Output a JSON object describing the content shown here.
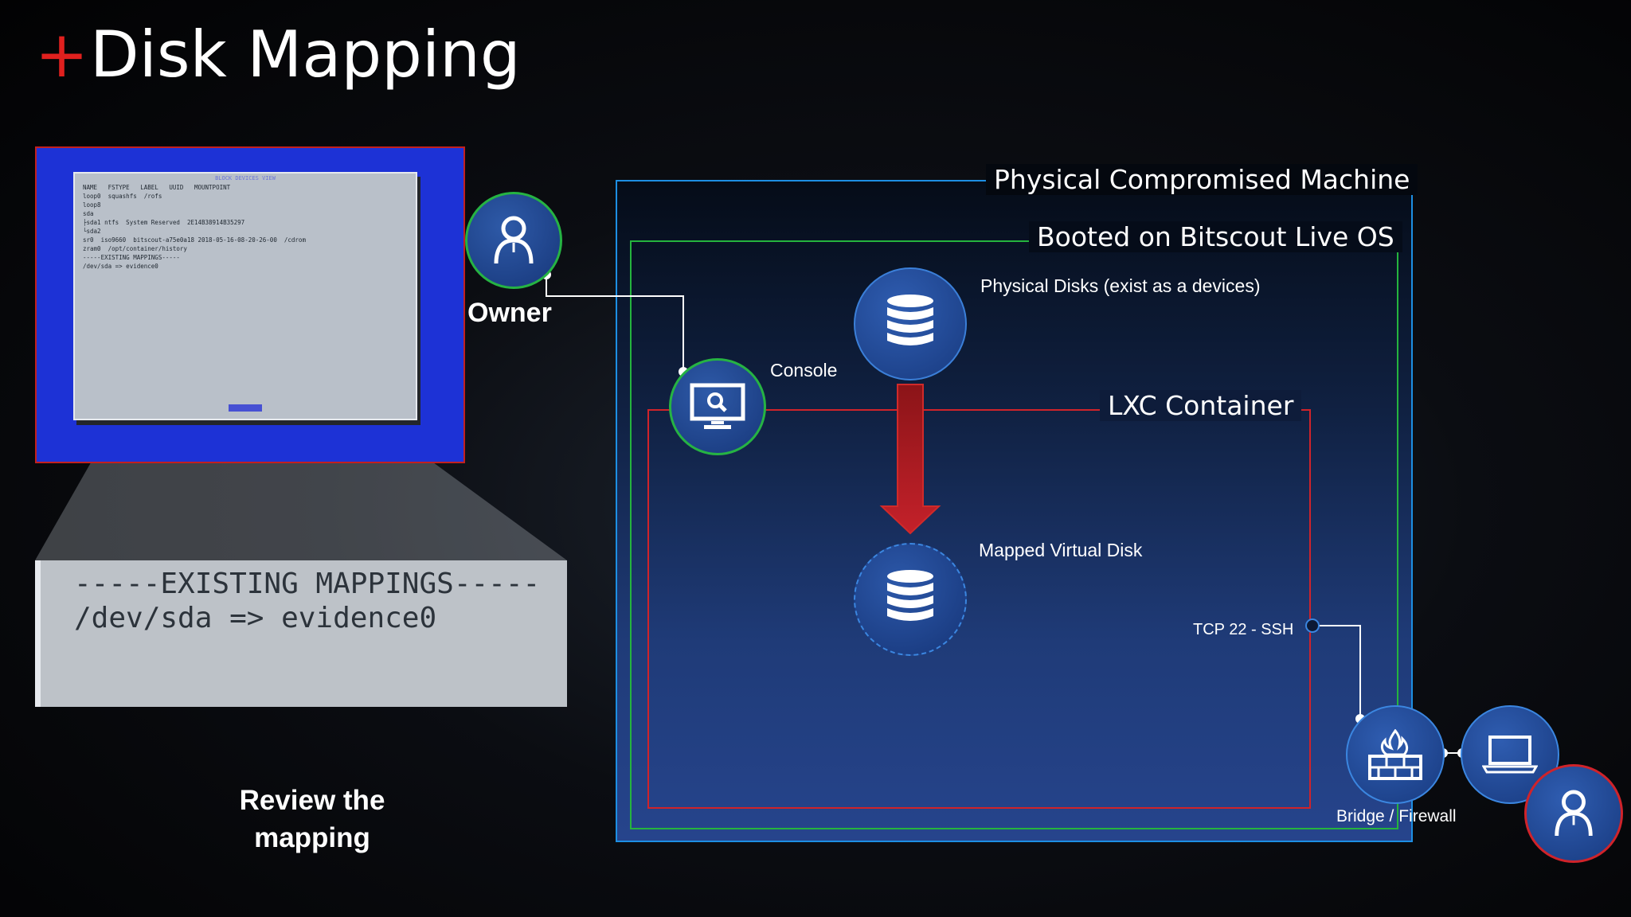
{
  "slide": {
    "title_plus": "+",
    "title": "Disk Mapping"
  },
  "screenshot": {
    "header": "BLOCK DEVICES VIEW",
    "lines": "NAME   FSTYPE   LABEL   UUID   MOUNTPOINT\nloop0  squashfs  /rofs\nloop8\nsda\n├sda1 ntfs  System Reserved  2E14B38914B35297\n└sda2\nsr0  iso9660  bitscout-a75e0a18 2018-05-16-08-20-26-00  /cdrom\nzram0  /opt/container/history\n-----EXISTING MAPPINGS-----\n/dev/sda => evidence0",
    "zoom_line1": "-----EXISTING MAPPINGS-----",
    "zoom_line2": "/dev/sda => evidence0"
  },
  "caption": {
    "review_line1": "Review the",
    "review_line2": "mapping"
  },
  "diagram": {
    "physical_machine": "Physical Compromised Machine",
    "booted_os": "Booted on Bitscout Live OS",
    "lxc_container": "LXC Container",
    "physical_disks": "Physical Disks (exist as a devices)",
    "mapped_disk": "Mapped Virtual  Disk",
    "console": "Console",
    "owner": "Owner",
    "tcp": "TCP 22 - SSH",
    "bridge": "Bridge / Firewall"
  },
  "icons": {
    "owner": "user-icon",
    "console": "monitor-search-icon",
    "physical_disk": "database-icon",
    "mapped_disk": "database-icon",
    "firewall": "firewall-icon",
    "laptop": "laptop-icon",
    "remote_user": "user-icon"
  },
  "colors": {
    "title_plus": "#e0201e",
    "physical_border": "#1d8fe3",
    "booted_border": "#25b43e",
    "lxc_border": "#d0232a",
    "screenshot_frame": "#1d32d6"
  }
}
